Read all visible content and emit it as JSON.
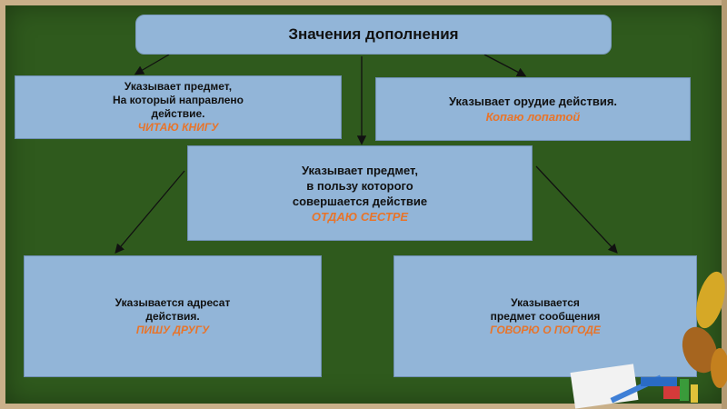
{
  "title": "Значения дополнения",
  "boxes": [
    {
      "lines": [
        "Указывает предмет,",
        "На который направлено",
        "действие."
      ],
      "example": "ЧИТАЮ КНИГУ"
    },
    {
      "lines": [
        "Указывает орудие действия."
      ],
      "example": "Копаю лопатой"
    },
    {
      "lines": [
        "Указывает предмет,",
        "в пользу которого",
        "совершается действие"
      ],
      "example": "ОТДАЮ СЕСТРЕ"
    },
    {
      "lines": [
        "Указывается адресат",
        "действия."
      ],
      "example": "ПИШУ ДРУГУ"
    },
    {
      "lines": [
        "Указывается",
        "предмет сообщения"
      ],
      "example": "ГОВОРЮ О ПОГОДЕ"
    }
  ],
  "colors": {
    "board": "#2f5a1d",
    "box": "#92b5d8",
    "example_text": "#e8742a",
    "frame": "#c9b08a"
  }
}
